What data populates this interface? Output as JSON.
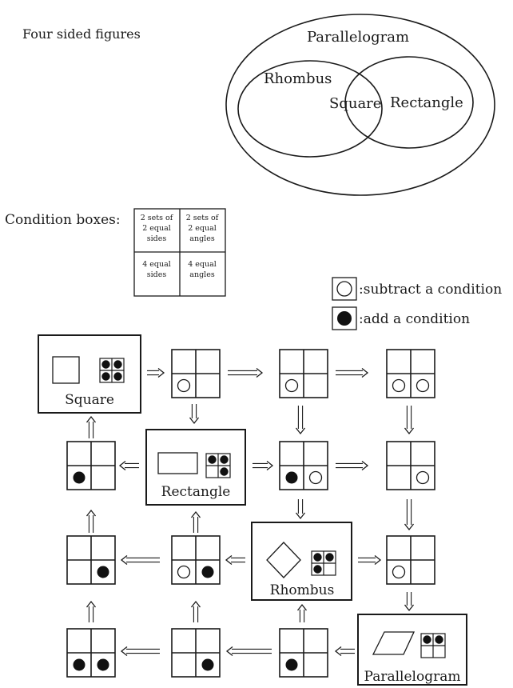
{
  "venn": {
    "heading": "Four sided figures",
    "outer_label": "Parallelogram",
    "left_label": "Rhombus",
    "center_label": "Square",
    "right_label": "Rectangle"
  },
  "conditions": {
    "label": "Condition boxes:",
    "cells": [
      [
        "2 sets of",
        "2 equal",
        "sides"
      ],
      [
        "2 sets of",
        "2 equal",
        "angles"
      ],
      [
        "4 equal",
        "sides"
      ],
      [
        "4 equal",
        "angles"
      ]
    ]
  },
  "legend": {
    "subtract": ":subtract a condition",
    "add": ":add a condition"
  },
  "shapes": {
    "square": "Square",
    "rectangle": "Rectangle",
    "rhombus": "Rhombus",
    "parallelogram": "Parallelogram"
  },
  "grid_states": [
    {
      "id": "r0c1",
      "marks": [
        "",
        "",
        "open",
        ""
      ]
    },
    {
      "id": "r0c2",
      "marks": [
        "",
        "",
        "open",
        ""
      ]
    },
    {
      "id": "r0c3",
      "marks": [
        "",
        "",
        "open",
        "open"
      ]
    },
    {
      "id": "r1c0",
      "marks": [
        "",
        "",
        "filled",
        ""
      ]
    },
    {
      "id": "r1c2",
      "marks": [
        "",
        "",
        "filled",
        "open"
      ]
    },
    {
      "id": "r1c3",
      "marks": [
        "",
        "",
        "",
        "open"
      ]
    },
    {
      "id": "r2c0",
      "marks": [
        "",
        "",
        "",
        "filled"
      ]
    },
    {
      "id": "r2c1",
      "marks": [
        "",
        "",
        "open",
        "filled"
      ]
    },
    {
      "id": "r2c3",
      "marks": [
        "",
        "",
        "open",
        ""
      ]
    },
    {
      "id": "r3c0",
      "marks": [
        "",
        "",
        "filled",
        "filled"
      ]
    },
    {
      "id": "r3c1",
      "marks": [
        "",
        "",
        "",
        "filled"
      ]
    },
    {
      "id": "r3c2",
      "marks": [
        "",
        "",
        "filled",
        ""
      ]
    }
  ],
  "shape_grids": {
    "square": [
      "filled",
      "filled",
      "filled",
      "filled"
    ],
    "rectangle": [
      "filled",
      "filled",
      "",
      "filled"
    ],
    "rhombus": [
      "filled",
      "filled",
      "filled",
      ""
    ],
    "parallelogram": [
      "filled",
      "filled",
      "",
      ""
    ]
  }
}
